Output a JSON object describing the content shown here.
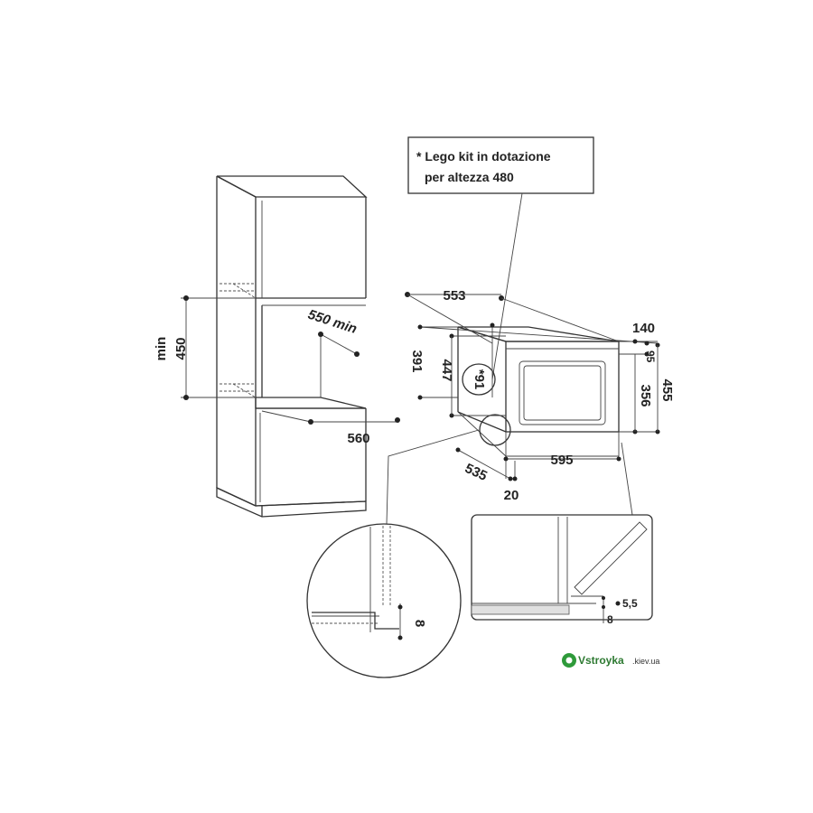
{
  "note": {
    "line1": "* Lego kit in dotazione",
    "line2": "per altezza 480"
  },
  "cabinet_dims": {
    "height": "450",
    "height_min": "min",
    "depth_min": "550 min",
    "width": "560"
  },
  "oven_dims": {
    "top_depth": "553",
    "d140": "140",
    "d95": "95",
    "d391": "391",
    "d447": "447",
    "d455": "455",
    "d356": "356",
    "label_91": "*91",
    "d595": "595",
    "d535": "535",
    "d20": "20"
  },
  "detail_left": {
    "d8": "8"
  },
  "detail_right": {
    "d5_5": "5,5",
    "d8": "8"
  },
  "brand": {
    "name": "Vstroyka",
    "domain": ".kiev.ua"
  }
}
